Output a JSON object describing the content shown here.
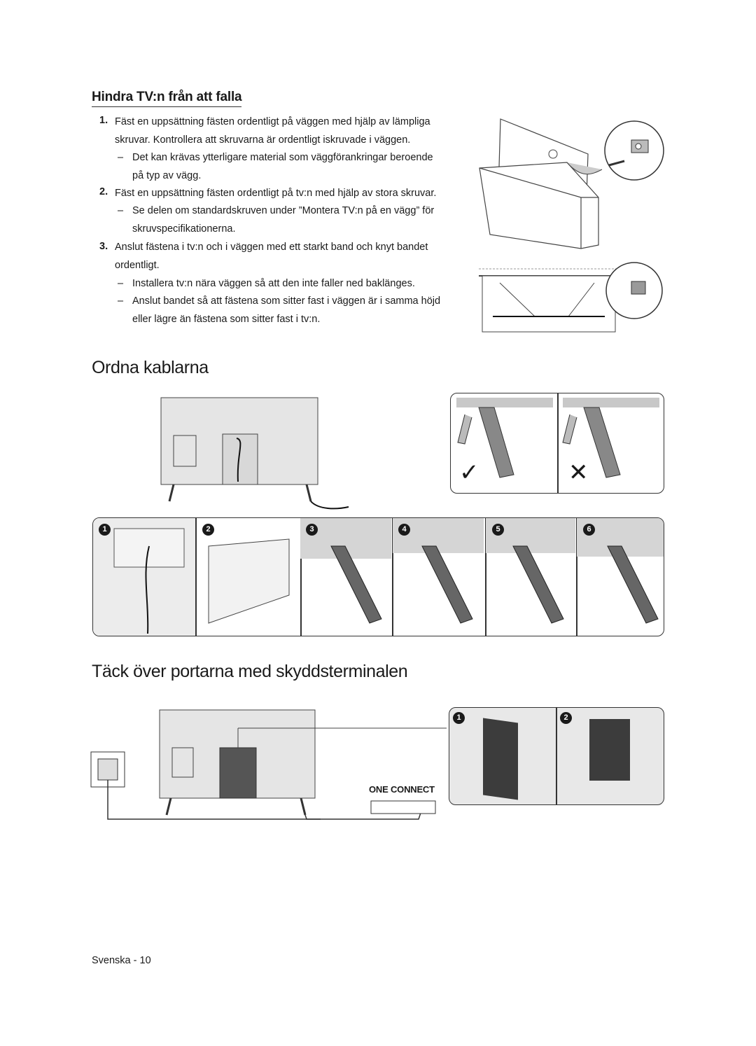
{
  "section1": {
    "heading": "Hindra TV:n från att falla",
    "steps": [
      {
        "num": "1.",
        "lines": [
          "Fäst en uppsättning fästen ordentligt på väggen med hjälp av lämpliga",
          "skruvar. Kontrollera att skruvarna är ordentligt iskruvade i väggen."
        ],
        "notes": [
          {
            "lines": [
              "Det kan krävas ytterligare material som väggförankringar beroende",
              "på typ av vägg."
            ]
          }
        ]
      },
      {
        "num": "2.",
        "lines": [
          "Fäst en uppsättning fästen ordentligt på tv:n med hjälp av stora skruvar."
        ],
        "notes": [
          {
            "lines": [
              "Se delen om standardskruven under ”Montera TV:n på en vägg” för",
              "skruvspecifikationerna."
            ]
          }
        ]
      },
      {
        "num": "3.",
        "lines": [
          "Anslut fästena i tv:n och i väggen med ett starkt band och knyt bandet",
          "ordentligt."
        ],
        "notes": [
          {
            "lines": [
              "Installera tv:n nära väggen så att den inte faller ned baklänges."
            ]
          },
          {
            "lines": [
              "Anslut bandet så att fästena som sitter fast i väggen är i samma höjd",
              "eller lägre än fästena som sitter fast i tv:n."
            ]
          }
        ]
      }
    ],
    "dash": "–"
  },
  "section2": {
    "heading": "Ordna kablarna",
    "step_badges": [
      "1",
      "2",
      "3",
      "4",
      "5",
      "6"
    ]
  },
  "section3": {
    "heading": "Täck över portarna med skyddsterminalen",
    "one_connect_label": "ONE CONNECT",
    "step_badges": [
      "1",
      "2"
    ]
  },
  "footer": {
    "page_label": "Svenska - 10"
  }
}
